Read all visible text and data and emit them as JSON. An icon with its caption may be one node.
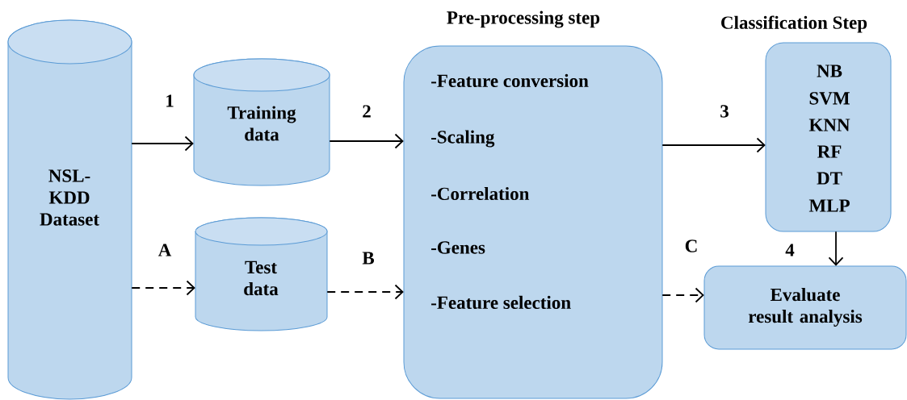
{
  "diagram": {
    "nodes": [
      {
        "text": [
          "NSL- KDD Dataset"
        ]
      },
      {
        "text": [
          "Training data"
        ]
      },
      {
        "text": [
          "Test data"
        ]
      },
      {
        "text": [
          "Pre-processing step",
          "-Feature conversion",
          "-Scaling",
          "-Correlation",
          "-Genes",
          "-Feature selection"
        ]
      },
      {
        "text": [
          "Classification Step",
          "NB",
          "SVM",
          "KNN",
          "RF",
          "DT",
          "MLP"
        ]
      },
      {
        "text": [
          "Evaluate result analysis"
        ]
      }
    ],
    "edges": [
      {
        "from": 0,
        "to": 1,
        "arrow": "to",
        "label": "1"
      },
      {
        "from": 1,
        "to": 3,
        "arrow": "to",
        "label": "2"
      },
      {
        "from": 3,
        "to": 4,
        "arrow": "to",
        "label": "3"
      },
      {
        "from": 4,
        "to": 5,
        "arrow": "to",
        "label": "4"
      },
      {
        "from": 0,
        "to": 2,
        "arrow": "to",
        "label": "A",
        "style": "dashed"
      },
      {
        "from": 2,
        "to": 3,
        "arrow": "to",
        "label": "B",
        "style": "dashed"
      },
      {
        "from": 3,
        "to": 5,
        "arrow": "to",
        "label": "C",
        "style": "dashed"
      }
    ]
  }
}
